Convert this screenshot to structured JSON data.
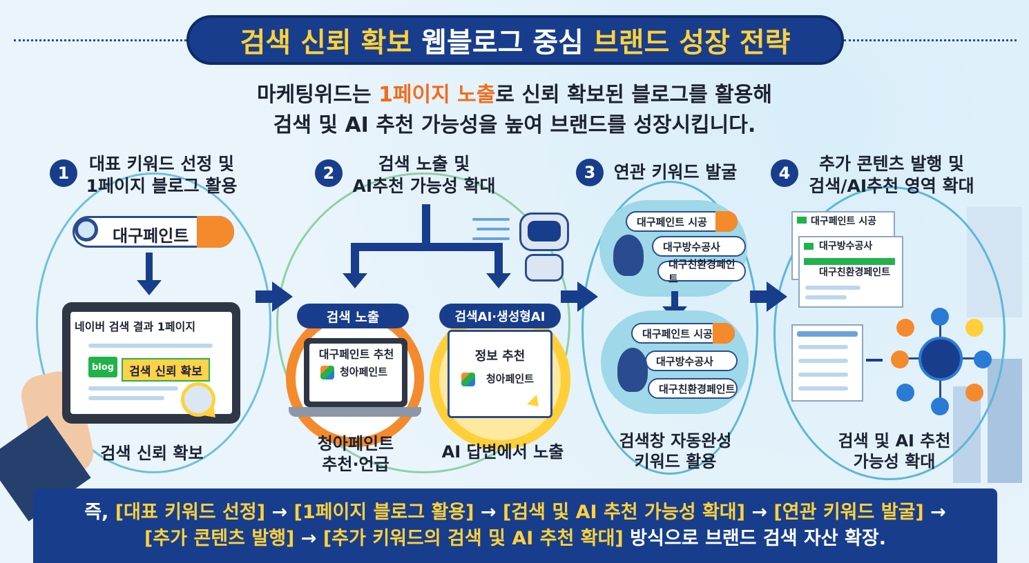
{
  "title": {
    "part1": "검색 신뢰 확보",
    "part2": "웹블로그 중심",
    "part3": "브랜드 성장 전략"
  },
  "subtitle": {
    "line1_pre": "마케팅위드는 ",
    "line1_hl": "1페이지 노출",
    "line1_post": "로 신뢰 확보된 블로그를 활용해",
    "line2": "검색 및 AI 추천 가능성을 높여 브랜드를 성장시킵니다."
  },
  "steps": [
    {
      "num": "1",
      "title_l1": "대표 키워드 선정 및",
      "title_l2": "1페이지 블로그 활용"
    },
    {
      "num": "2",
      "title_l1": "검색 노출 및",
      "title_l2": "AI추천 가능성 확대"
    },
    {
      "num": "3",
      "title_l1": "연관 키워드 발굴",
      "title_l2": ""
    },
    {
      "num": "4",
      "title_l1": "추가 콘텐츠 발행 및",
      "title_l2": "검색/AI추천 영역 확대"
    }
  ],
  "step1": {
    "search_keyword": "대구페인트",
    "tablet_title": "네이버 검색 결과 1페이지",
    "blog_badge": "blog",
    "trust_badge": "검색 신뢰 확보",
    "caption": "검색 신뢰 확보"
  },
  "step2": {
    "left_label": "검색 노출",
    "left_card_title": "대구페인트 추천",
    "left_card_brand": "청아페인트",
    "left_caption_l1": "청아페인트",
    "left_caption_l2": "추천·언급",
    "right_label": "검색AI·생성형AI",
    "right_card_title": "정보 추천",
    "right_card_brand": "청아페인트",
    "right_caption": "AI 답변에서 노출"
  },
  "step3": {
    "top_search": "대구페인트 시공",
    "top_kw1": "대구방수공사",
    "top_kw2": "대구친환경페인트",
    "bottom_search": "대구페인트 시공",
    "bottom_kw1": "대구방수공사",
    "bottom_kw2": "대구친환경페인트",
    "caption_l1": "검색창 자동완성",
    "caption_l2": "키워드 활용"
  },
  "step4": {
    "doc1": "대구페인트 시공",
    "doc2": "대구방수공사",
    "doc3": "대구친환경페인트",
    "caption_l1": "검색 및 AI 추천",
    "caption_l2": "가능성 확대"
  },
  "footer": {
    "line1_a": "즉, ",
    "line1_b": "[대표 키워드 선정]",
    "line1_c": " → ",
    "line1_d": "[1페이지 블로그 활용]",
    "line1_e": " → ",
    "line1_f": "[검색 및 AI 추천 가능성 확대]",
    "line1_g": " → ",
    "line1_h": "[연관 키워드 발굴]",
    "line1_i": " →",
    "line2_a": "[추가 콘텐츠 발행]",
    "line2_b": " → ",
    "line2_c": "[추가 키워드의 검색 및 AI 추천 확대]",
    "line2_d": " 방식으로 브랜드 검색 자산 확장."
  },
  "colors": {
    "navy": "#183d8c",
    "yellow": "#ffd23a",
    "orange": "#f58a2c",
    "green": "#21b24b",
    "ring": "#5cb6d8"
  }
}
